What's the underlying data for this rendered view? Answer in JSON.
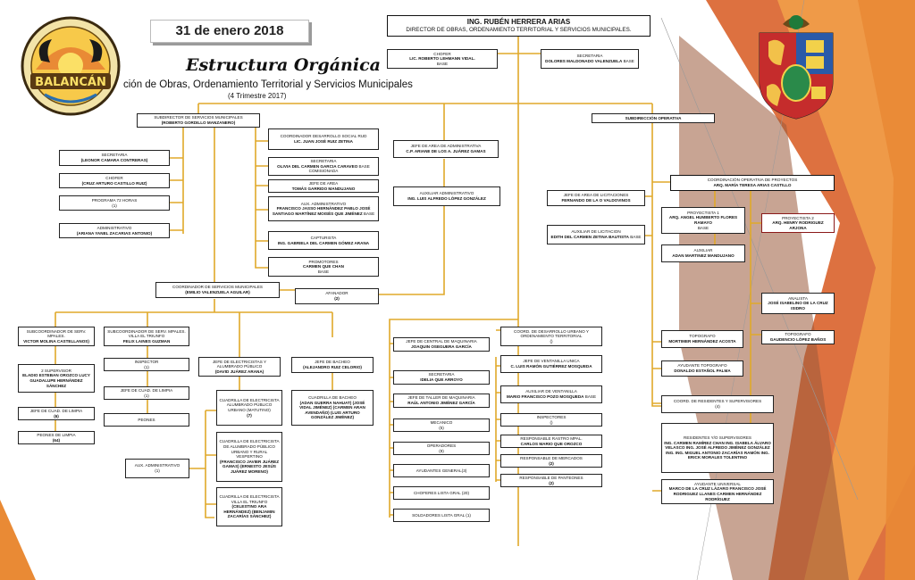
{
  "header": {
    "date": "31 de enero 2018",
    "title": "Estructura Orgánica",
    "subtitle": "ción de Obras, Ordenamiento Territorial y Servicios Municipales",
    "quarter": "(4 Trimestre 2017)",
    "logo_text": "BALANCÁN"
  },
  "colors": {
    "connector": "#e0a92a",
    "orange_dark": "#d9622b",
    "orange_light": "#f2a14a",
    "brown": "#9a5a3a"
  },
  "nodes": {
    "director": {
      "title": "ING. RUBÉN HERRERA ARIAS",
      "name": "DIRECTOR DE OBRAS, ORDENAMIENTO TERRITORIAL Y SERVICIOS MUNICIPALES."
    },
    "chofer_dir": {
      "title": "CHOFER",
      "name": "LIC. ROBERTO LEHMANN VIDAL.",
      "extra": "BASE"
    },
    "secretaria_dir": {
      "title": "SECRETARIA",
      "name": "DOLORES MALDONADO VALENZUELA",
      "extra": "BASE"
    },
    "subdir_serv": {
      "title": "SUBDIRECTOR DE SERVICIOS MUNICIPALES",
      "name": "(ROBERTO GORDILLO MANZANERO)"
    },
    "sec_leonor": {
      "title": "SECRETARIA",
      "name": "(LEONOR CAMARA CONTRERAS)"
    },
    "chofer_cruz": {
      "title": "CHOFER",
      "name": "(CRUZ ARTURO CASTILLO RUIZ)"
    },
    "programa72": {
      "title": "PROGRAMA 72 HORAS",
      "name": "(1)"
    },
    "admin_ariana": {
      "title": "ADMINISTRATIVO",
      "name": "(ARIANA YANEL ZACARIAS ANTONIO)"
    },
    "coord_social": {
      "title": "COORDINADOR DESARROLLO SOCIAL RUD",
      "name": "LIC. JUAN JOSÉ RUIZ ZETINA"
    },
    "sec_olivia": {
      "title": "SECRETARIA",
      "name": "OLIVIA DEL CARMEN GARCIA CARAVEO",
      "extra": "BASE COMISIONADA"
    },
    "jefe_area_tomas": {
      "title": "JEFE DE AREA",
      "name": "TOMÁS GARRIDO MANDUJANO"
    },
    "aux_admin_3": {
      "title": "AUX. ADMINISTRATIVO",
      "name": "FRANCISCO JASSO HERNÁNDEZ PABLO JOSÉ SANTIAGO MARTÍNEZ MOISÉS QUE JIMÉNEZ",
      "extra": "BASE"
    },
    "capturista": {
      "title": "CAPTURISTA",
      "name": "ING. GABRIELA DEL CARMEN GÓMEZ ARANA"
    },
    "promotores": {
      "title": "PROMOTORES",
      "name": "CARMEN QUE CHAN",
      "extra": "BASE"
    },
    "jefe_admin": {
      "title": "JEFE DE AREA DE ADMINISTRATIVA",
      "name": "C.P. ARIANE DE LOS A. JUÁREZ GAMAS"
    },
    "aux_admin_luis": {
      "title": "AUXILIAR ADMINISTRATIVO",
      "name": "ING. LUIS ALFREDO LÓPEZ GONZÁLEZ"
    },
    "subdir_oper": {
      "title": "SUBDIRECCIÓN OPERATIVA",
      "name": ""
    },
    "coord_proyectos": {
      "title": "COORDINACIÓN OPERATIVA DE PROYECTOS",
      "name": "ARQ. MARÍA TERESA ARIAS CASTILLO"
    },
    "jefe_licit": {
      "title": "JEFE DE AREA DE LICITACIONES",
      "name": "FERNANDO DE LA O VALDOVINOS"
    },
    "aux_licit": {
      "title": "AUXILIAR DE LICITACION",
      "name": "EDITH DEL CARMEN ZETINA BAUTISTA",
      "extra": "BASE"
    },
    "proyectista1": {
      "title": "PROYECTISTA 1",
      "name": "ARQ. ANGEL HUMBERTO FLORES RAMAYO",
      "extra": "BASE"
    },
    "proyectista2": {
      "title": "PROYECTISTA 2",
      "name": "ARQ. HENRY RODRIGUEZ ARJONA"
    },
    "auxiliar_adan": {
      "title": "AUXILIAR",
      "name": "ADAN MARTINEZ MANDUJANO"
    },
    "analista": {
      "title": "ANALISTA",
      "name": "JOSÉ ISABELINO DE LA CRUZ ISIDRO"
    },
    "topografo1": {
      "title": "TOPOGRAFO",
      "name": "MORTIMER HERNÁNDEZ ACOSTA"
    },
    "topografo2": {
      "title": "TOPOGRAFO",
      "name": "GAUDENCIO LÓPEZ BAÑOS"
    },
    "ayud_topo": {
      "title": "AYUDANTE TOPOGRAFO",
      "name": "DONALDO ESTAÑOL PALMA"
    },
    "coord_residentes": {
      "title": "COORD. DE RESIDENTES Y SUPERVISORES",
      "name": "(4)"
    },
    "residentes": {
      "title": "RESIDENTES Y/O SUPERVISORES",
      "name": "ING. CARMEN RAMÍREZ CHAN ING. ISABELA ÁLVARO VELASCO ING. JOSÉ ALFREDO JIMÉNEZ GONZÁLEZ ING. ING. MIGUEL ANTONIO ZACARÍAS RAMÓN ING. ERICK MORALES TOLENTINO"
    },
    "ayud_universal": {
      "title": "AYUDANTE UNIVERSAL",
      "name": "MARCO DE LA CRUZ LÁZARO FRANCISCO JOSÉ RODRIGUEZ LLANES CARMEN HERNÁNDEZ RODRÍGUEZ"
    },
    "coord_serv": {
      "title": "COORDINADOR DE SERVICIOS MUNICIPALES",
      "name": "(EMILIO VALENZUELA AGUILAR)"
    },
    "afanador": {
      "title": "AFANADOR",
      "name": "(2)"
    },
    "subcoord_serv": {
      "title": "SUBCOORDINADOR DE SERV. MPALES.",
      "name": "VICTOR MOLINA CASTELLANOS)"
    },
    "supervisores2": {
      "title": "2 SUPERVISOR",
      "name": "ELADIO ESTEBAN OROZCO LUCY GUADALUPE HERNÁNDEZ SÁNCHEZ"
    },
    "jefe_cuad_64": {
      "title": "JEFE DE CUAD. DE LIMPIA",
      "name": "(6)"
    },
    "peones_64": {
      "title": "PEONES DE LIMPIA",
      "name": "(64)"
    },
    "subcoord_triunfo": {
      "title": "SUBCOORDINADOR DE SERV. MPALES. VILLA EL TRIUNFO",
      "name": "FELIX LAINES GUZMAN"
    },
    "inspector_1": {
      "title": "INSPECTOR",
      "name": "(1)"
    },
    "jefe_cuad_1": {
      "title": "JEFE DE CUAD. DE LIMPIA",
      "name": "(1)"
    },
    "peones": {
      "title": "PEONES",
      "name": ""
    },
    "aux_admin_1": {
      "title": "AUX. ADMINISTRATIVO",
      "name": "(1)"
    },
    "jefe_electric": {
      "title": "JEFE DE ELECTRICISTAS Y ALUMBRADO PÚBLICO",
      "name": "(DAVID JUÁREZ ARANA)"
    },
    "cuad_matutino": {
      "title": "CUADRILLA DE ELECTRICISTA ALUMBRADO PÚBLICO URBANO (MATUTINO)",
      "name": "(7)"
    },
    "cuad_vespertino": {
      "title": "CUADRILLA DE ELECTRICISTA DE ALUMBRADO PÚBLICO URBANO Y RURAL VESPERTINO",
      "name": "(FRANCISCO JAVIER JUÁREZ GAMAS) (ERNESTO JESÚS JUÁREZ MORENO)"
    },
    "cuad_triunfo": {
      "title": "CUADRILLA DE ELECTRICISTA VILLA EL TRIUNFO",
      "name": "(CELESTINO ARA HERNÁNDEZ) (BENJAMIN ZACARÍAS SÁNCHEZ)"
    },
    "jefe_bacheo": {
      "title": "JEFE DE BACHEO",
      "name": "(ALEJANDRO RUIZ CELORIO)"
    },
    "cuad_bacheo": {
      "title": "CUADRILLA DE BACHEO",
      "name": "(ADAN GUERRA NAHUAT) (JOSÉ VIDAL JIMÉNEZ) (CARMEN ARAN AVENDAÑO) (LUIS ARTURO GONZÁLEZ JIMÉNEZ)"
    },
    "jefe_maquinaria": {
      "title": "JEFE DE CENTRAL DE MAQUINARIA",
      "name": "JOAQUIN OSEGUERA GARCÍA"
    },
    "sec_idelia": {
      "title": "SECRETARIA",
      "name": "IDELIA QUE ARROYO"
    },
    "jefe_taller": {
      "title": "JEFE DE TALLER DE MAQUINARIA",
      "name": "RAÚL ANTONIO JIMÉNEZ GARCÍA"
    },
    "mecanico": {
      "title": "MECANICO",
      "name": "(5)"
    },
    "operadores": {
      "title": "OPERADORES",
      "name": "(9)"
    },
    "ayudantes": {
      "title": "AYUDANTES GENERAL(3)",
      "name": ""
    },
    "choferes": {
      "title": "CHOFERES LISTA GRAL (20)",
      "name": ""
    },
    "soldadores": {
      "title": "SOLDADORES LISTA GRAL (1)",
      "name": ""
    },
    "coord_urbano": {
      "title": "COORD. DE DESARROLLO URBANO Y ORDENAMIENTO TERRITORIAL",
      "name": "()"
    },
    "jefe_ventanilla": {
      "title": "JEFE DE VENTANILLA UNICA",
      "name": "C. LUIS RAMÓN GUTIÉRREZ MOSQUEDA"
    },
    "aux_ventanilla": {
      "title": "AUXILIAR DE VENTANILLA",
      "name": "MARIO FRANCISCO POZO MOSQUEDA",
      "extra": "BASE"
    },
    "inspectores": {
      "title": "INSPECTORES",
      "name": "()"
    },
    "resp_rastro": {
      "title": "RESPONSABLE RASTRO MPAL.",
      "name": "CARLOS MARIO QUE OROZCO"
    },
    "resp_mercados": {
      "title": "RESPONSABLE DE MERCADOS",
      "name": "(2)"
    },
    "resp_panteones": {
      "title": "RESPONSABLE DE PANTEONES",
      "name": "(2)"
    }
  }
}
